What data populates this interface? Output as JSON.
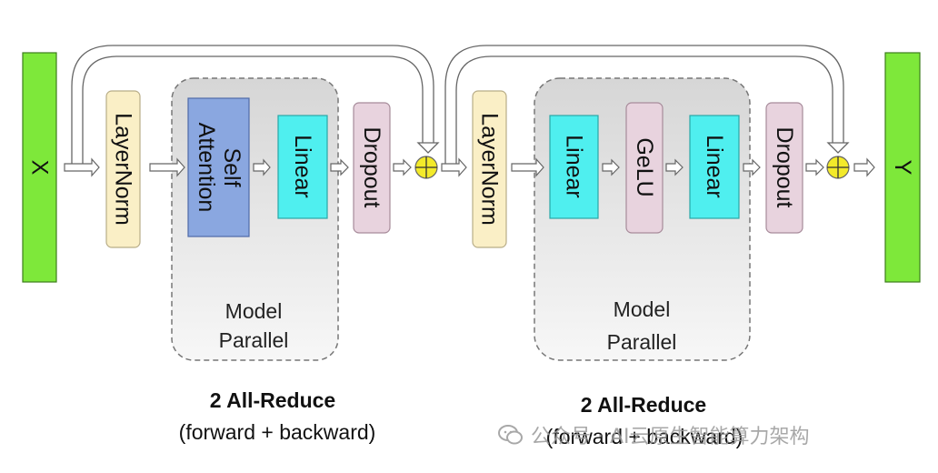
{
  "io": {
    "input": "X",
    "output": "Y"
  },
  "block1": {
    "layernorm": "LayerNorm",
    "self_attention_line1": "Self",
    "self_attention_line2": "Attention",
    "linear": "Linear",
    "dropout": "Dropout",
    "group_label_line1": "Model",
    "group_label_line2": "Parallel",
    "caption_title": "2 All-Reduce",
    "caption_sub": "(forward + backward)"
  },
  "block2": {
    "layernorm": "LayerNorm",
    "linear1": "Linear",
    "gelu": "GeLU",
    "linear2": "Linear",
    "dropout": "Dropout",
    "group_label_line1": "Model",
    "group_label_line2": "Parallel",
    "caption_title": "2 All-Reduce",
    "caption_sub": "(forward + backward)"
  },
  "watermark": {
    "text": "公众号 · AI云原生智能算力架构"
  },
  "colors": {
    "io_green": "#7ee83a",
    "layernorm_fill": "#faefc6",
    "attention_fill": "#8aa7e0",
    "linear_fill": "#4fefef",
    "dropout_fill": "#e8d3de",
    "gelu_fill": "#e8d3de",
    "adder_fill": "#f3ea2a",
    "group_fill": "#e3e3e3"
  }
}
